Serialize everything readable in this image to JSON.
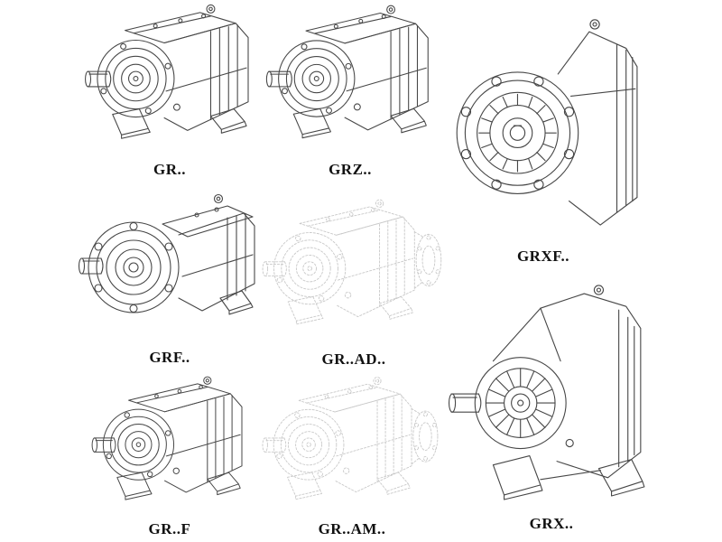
{
  "colors": {
    "line": "#474747",
    "ghost": "#c9c9c9",
    "background": "#ffffff",
    "label_text": "#111111"
  },
  "models": {
    "gr": {
      "label": "GR.."
    },
    "grz": {
      "label": "GRZ.."
    },
    "grxf": {
      "label": "GRXF.."
    },
    "grf": {
      "label": "GRF.."
    },
    "gr_ad": {
      "label": "GR..AD.."
    },
    "grx": {
      "label": "GRX.."
    },
    "gr_f": {
      "label": "GR..F"
    },
    "gr_am": {
      "label": "GR..AM.."
    }
  }
}
